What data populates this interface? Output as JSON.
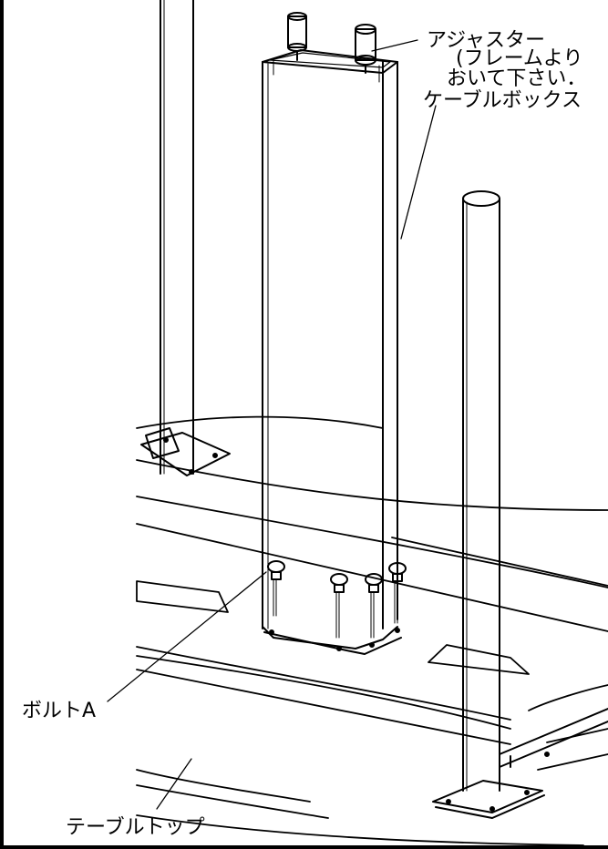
{
  "labels": {
    "adjuster": "アジャスター",
    "adjuster_note_1": "(フレームより",
    "adjuster_note_2": "おいて下さい．",
    "cable_box": "ケーブルボックス",
    "bolt_a": "ボルトA",
    "table_top": "テーブルトップ"
  },
  "colors": {
    "line": "#000000",
    "background": "#ffffff"
  }
}
